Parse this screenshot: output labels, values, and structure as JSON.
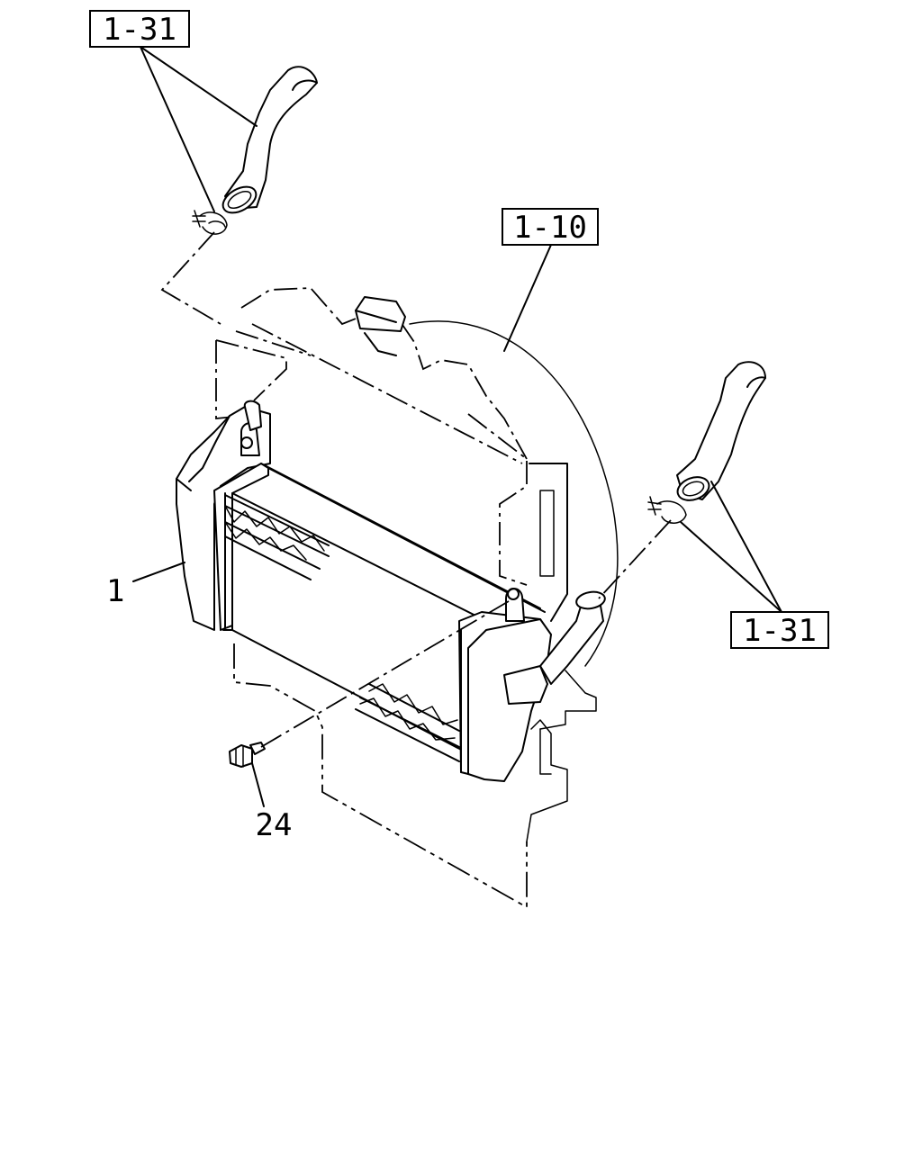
{
  "labels": {
    "hose_upper_ref": "1-31",
    "radiator_ref": "1-10",
    "hose_lower_ref": "1-31",
    "intercooler": "1",
    "bolt": "24"
  }
}
